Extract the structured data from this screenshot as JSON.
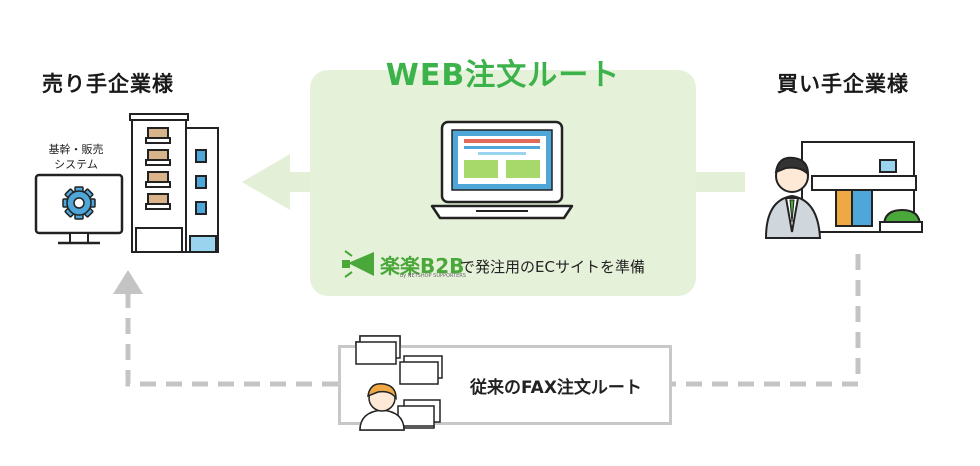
{
  "seller": {
    "title": "売り手企業様",
    "system_label_1": "基幹・販売",
    "system_label_2": "システム"
  },
  "buyer": {
    "title": "買い手企業様"
  },
  "web_route": {
    "title": "WEB注文ルート",
    "logo_text": "楽楽B2B",
    "logo_sub": "by NETSHOP SUPPORTERS",
    "caption": "で発注用のECサイトを準備"
  },
  "fax_route": {
    "label": "従来のFAX注文ルート"
  },
  "colors": {
    "accent_green": "#3cb24a",
    "panel_bg": "#e6f1da",
    "arrow_green": "#e3efd6",
    "gray": "#c4c4c4",
    "screen_blue": "#4ea6d9"
  }
}
